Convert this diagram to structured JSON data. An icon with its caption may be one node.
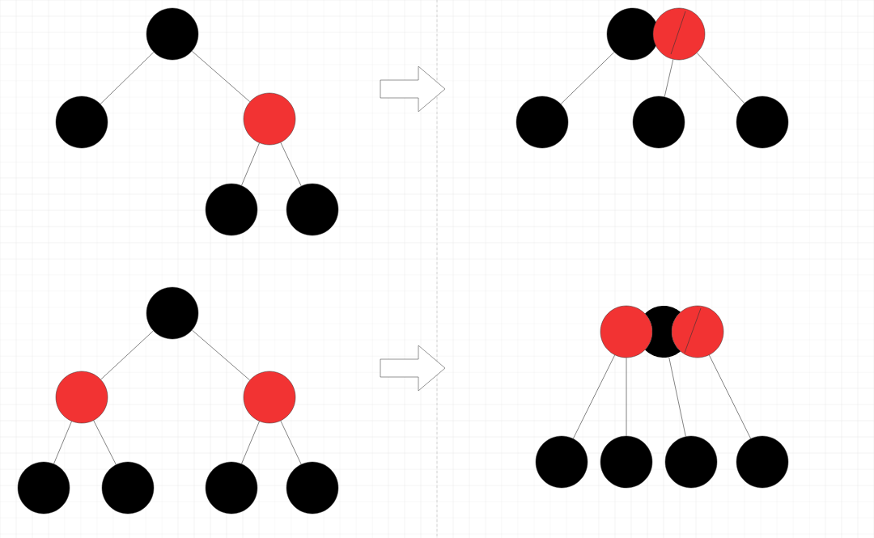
{
  "diagram": {
    "nodes": [
      {
        "text": [],
        "shape": "circle"
      },
      {
        "text": [],
        "shape": "circle"
      },
      {
        "text": [],
        "shape": "circle"
      },
      {
        "text": [],
        "shape": "circle"
      },
      {
        "text": [],
        "shape": "circle"
      },
      {
        "text": [],
        "shape": "circle"
      },
      {
        "text": [],
        "shape": "circle"
      },
      {
        "text": [],
        "shape": "circle"
      },
      {
        "text": [],
        "shape": "circle"
      },
      {
        "text": [],
        "shape": "circle"
      },
      {
        "text": [],
        "shape": "circle"
      },
      {
        "text": [],
        "shape": "circle"
      },
      {
        "text": [],
        "shape": "circle"
      },
      {
        "text": [],
        "shape": "circle"
      },
      {
        "text": [],
        "shape": "circle"
      },
      {
        "text": [],
        "shape": "circle"
      },
      {
        "text": [],
        "shape": "circle"
      },
      {
        "text": [],
        "shape": "circle"
      },
      {
        "text": [],
        "shape": "circle"
      },
      {
        "text": [],
        "shape": "circle"
      },
      {
        "text": [],
        "shape": "circle"
      },
      {
        "text": [],
        "shape": "circle"
      },
      {
        "text": [],
        "shape": "circle"
      },
      {
        "text": [],
        "shape": "circle"
      }
    ],
    "edges": [
      {
        "from": 0,
        "to": 1,
        "arrow": "none"
      },
      {
        "from": 0,
        "to": 2,
        "arrow": "none"
      },
      {
        "from": 2,
        "to": 3,
        "arrow": "none"
      },
      {
        "from": 2,
        "to": 4,
        "arrow": "none"
      },
      {
        "from": 5,
        "to": 7,
        "arrow": "none"
      },
      {
        "from": 6,
        "to": 8,
        "arrow": "none"
      },
      {
        "from": 6,
        "to": 9,
        "arrow": "none"
      },
      {
        "from": 10,
        "to": 11,
        "arrow": "none"
      },
      {
        "from": 10,
        "to": 12,
        "arrow": "none"
      },
      {
        "from": 11,
        "to": 13,
        "arrow": "none"
      },
      {
        "from": 11,
        "to": 14,
        "arrow": "none"
      },
      {
        "from": 12,
        "to": 15,
        "arrow": "none"
      },
      {
        "from": 12,
        "to": 16,
        "arrow": "none"
      },
      {
        "from": 17,
        "to": 20,
        "arrow": "none"
      },
      {
        "from": 17,
        "to": 21,
        "arrow": "none"
      },
      {
        "from": 18,
        "to": 22,
        "arrow": "none"
      },
      {
        "from": 19,
        "to": 23,
        "arrow": "none"
      }
    ]
  }
}
